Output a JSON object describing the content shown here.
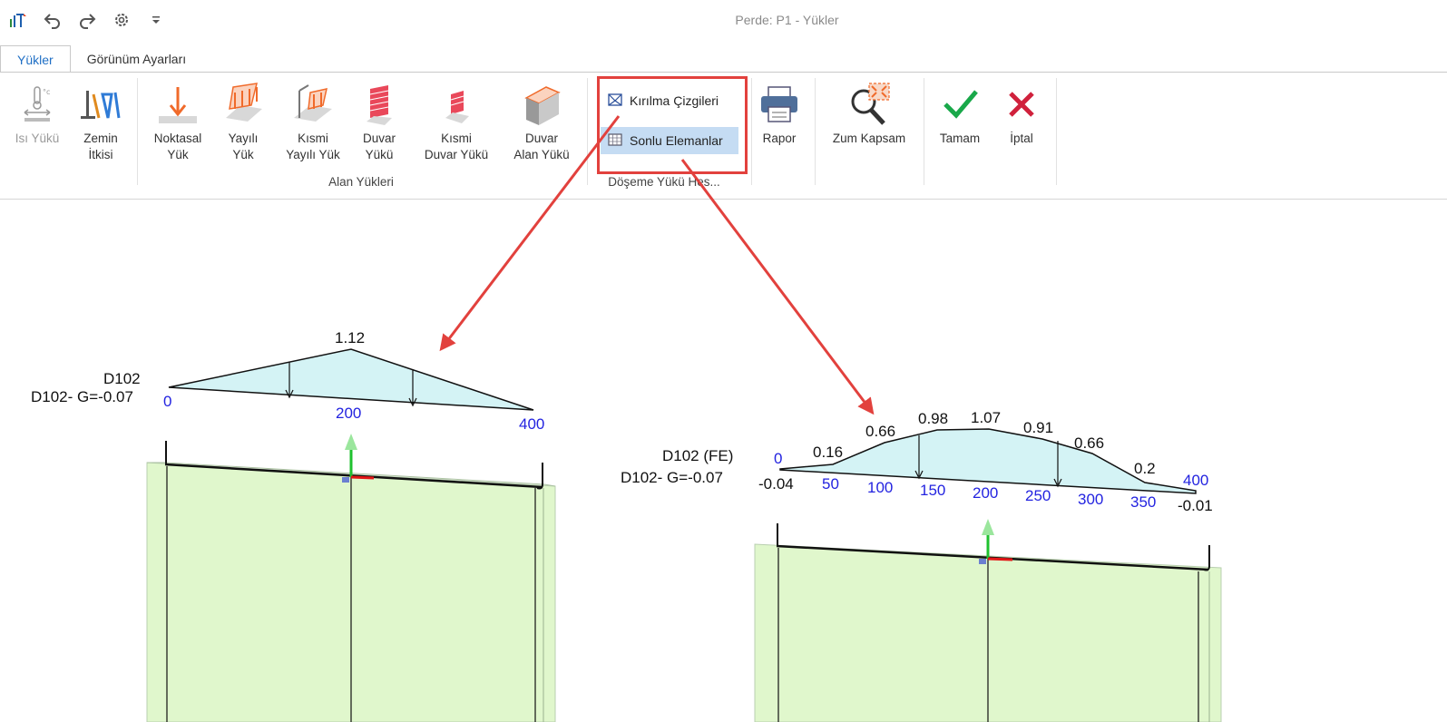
{
  "window": {
    "title": "Perde: P1 - Yükler"
  },
  "tabs": [
    {
      "label": "Yükler",
      "active": true
    },
    {
      "label": "Görünüm Ayarları",
      "active": false
    }
  ],
  "ribbon": {
    "isi_yuku": {
      "line1": "Isı Yükü"
    },
    "zemin_itkisi": {
      "line1": "Zemin",
      "line2": "İtkisi"
    },
    "noktasal_yuk": {
      "line1": "Noktasal",
      "line2": "Yük"
    },
    "yayili_yuk": {
      "line1": "Yayılı",
      "line2": "Yük"
    },
    "kismi_yayili_yuk": {
      "line1": "Kısmi",
      "line2": "Yayılı Yük"
    },
    "duvar_yuku": {
      "line1": "Duvar",
      "line2": "Yükü"
    },
    "kismi_duvar_yuku": {
      "line1": "Kısmi",
      "line2": "Duvar Yükü"
    },
    "duvar_alan_yuku": {
      "line1": "Duvar",
      "line2": "Alan Yükü"
    },
    "alan_yukleri_group": "Alan Yükleri",
    "kirilma_cizgileri": "Kırılma Çizgileri",
    "sonlu_elemanlar": "Sonlu Elemanlar",
    "doseme_group": "Döşeme Yükü Hes...",
    "rapor": "Rapor",
    "zum_kapsam": "Zum Kapsam",
    "tamam": "Tamam",
    "iptal": "İptal"
  },
  "left_diagram": {
    "name": "D102",
    "load_label": "D102- G=-0.07",
    "peak_value": "1.12",
    "stations": [
      "0",
      "200",
      "400"
    ]
  },
  "right_diagram": {
    "name": "D102 (FE)",
    "load_label": "D102-  G=-0.07",
    "start_station": "0",
    "end_station": "400",
    "start_value": "-0.04",
    "end_value": "-0.01",
    "values": [
      "0.16",
      "0.66",
      "0.98",
      "1.07",
      "0.91",
      "0.66",
      "0.2"
    ],
    "stations": [
      "50",
      "100",
      "150",
      "200",
      "250",
      "300",
      "350"
    ]
  },
  "colors": {
    "accent": "#1f6fc5",
    "highlight_box": "#e2413d",
    "load_fill": "#d4f3f5",
    "wall_fill": "#e0f7cc",
    "station_text": "#2323e0",
    "ok_green": "#19a84a",
    "cancel_red": "#d0213c"
  }
}
